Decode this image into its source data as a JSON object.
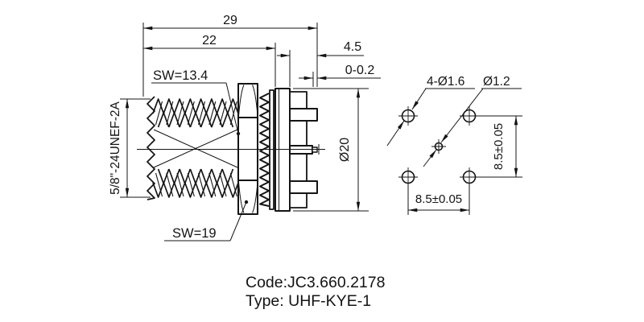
{
  "colors": {
    "line": "#141414",
    "background": "#ffffff"
  },
  "side_view": {
    "dims": {
      "overall_length": "29",
      "body_length": "22",
      "pin_protrusion": "4.5",
      "panel_range": "0-0.2",
      "flange_diameter": "Ø20"
    },
    "labels": {
      "thread_spec": "5/8\"-24UNEF-2A",
      "wrench_flats_body": "SW=13.4",
      "wrench_flats_nut": "SW=19"
    }
  },
  "hole_pattern_view": {
    "labels": {
      "corner_holes": "4-Ø1.6",
      "center_hole": "Ø1.2"
    },
    "dims": {
      "hole_spacing_vertical": "8.5±0.05",
      "hole_spacing_horizontal": "8.5±0.05"
    }
  },
  "title_block": {
    "code": "Code:JC3.660.2178",
    "type": "Type: UHF-KYE-1"
  }
}
